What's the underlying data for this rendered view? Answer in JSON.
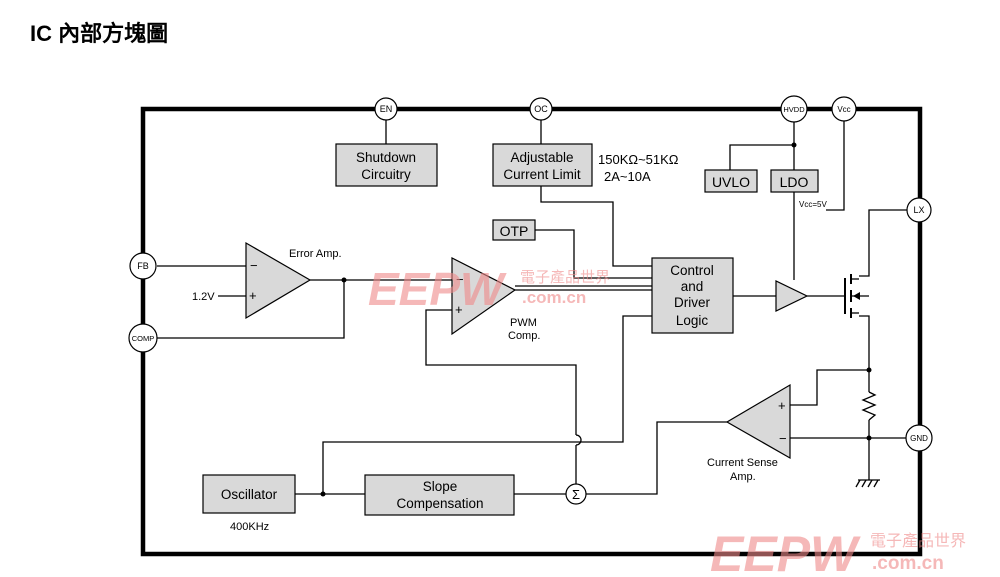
{
  "title": "IC 內部方塊圖",
  "pins": {
    "en": "EN",
    "oc": "OC",
    "hvdd": "HVDD",
    "vcc": "Vcc",
    "fb": "FB",
    "comp": "COMP",
    "lx": "LX",
    "gnd": "GND"
  },
  "blocks": {
    "shutdown_1": "Shutdown",
    "shutdown_2": "Circuitry",
    "adj_1": "Adjustable",
    "adj_2": "Current Limit",
    "uvlo": "UVLO",
    "ldo": "LDO",
    "otp": "OTP",
    "ctrl_1": "Control",
    "ctrl_2": "and",
    "ctrl_3": "Driver",
    "ctrl_4": "Logic",
    "osc": "Oscillator",
    "slope_1": "Slope",
    "slope_2": "Compensation"
  },
  "labels": {
    "res_range": "150KΩ~51KΩ",
    "cur_range": "2A~10A",
    "vcc5": "Vcc=5V",
    "error_amp": "Error Amp.",
    "vref": "1.2V",
    "pwm_1": "PWM",
    "pwm_2": "Comp.",
    "cs_1": "Current Sense",
    "cs_2": "Amp.",
    "osc_freq": "400KHz",
    "sum": "Σ",
    "minus": "−",
    "plus": "+"
  },
  "watermark": {
    "logo": "EEPW",
    "cn": "電子產品世界",
    "url": ".com.cn"
  }
}
